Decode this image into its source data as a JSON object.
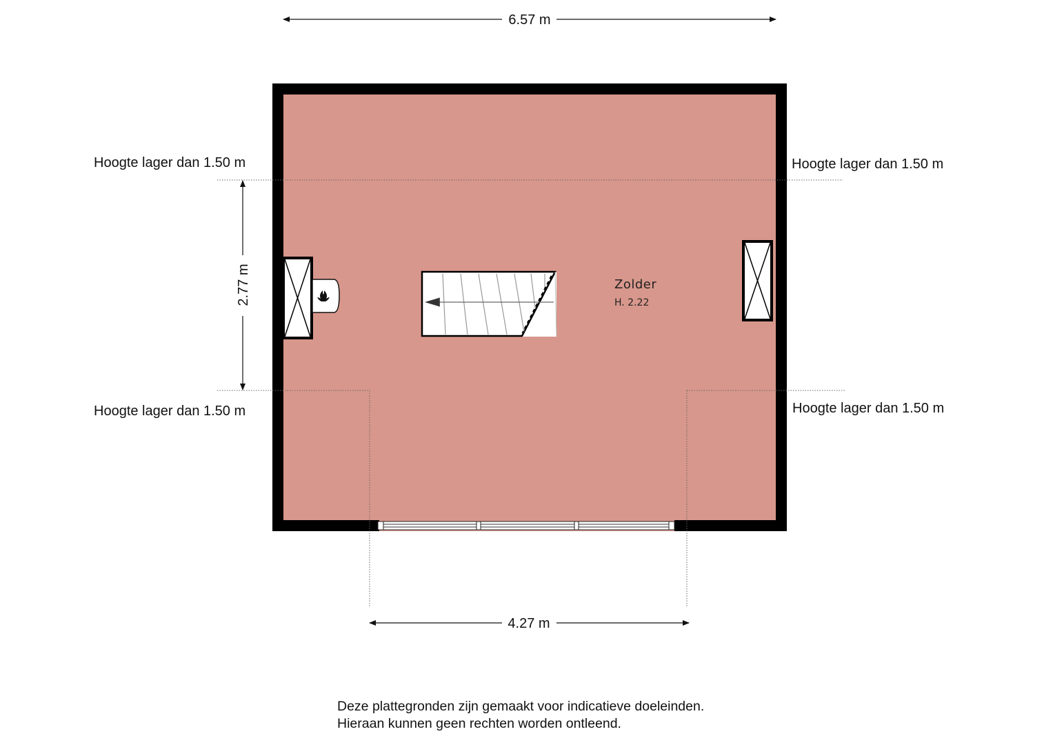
{
  "dimensions": {
    "top_width": "6.57 m",
    "left_height": "2.77 m",
    "bottom_width": "4.27 m"
  },
  "height_notes": {
    "top_left": "Hoogte lager dan 1.50 m",
    "top_right": "Hoogte lager dan 1.50 m",
    "bottom_left": "Hoogte lager dan 1.50 m",
    "bottom_right": "Hoogte lager dan 1.50 m"
  },
  "room": {
    "name": "Zolder",
    "height": "H. 2.22"
  },
  "disclaimer": {
    "line1": "Deze plattegronden zijn gemaakt voor indicatieve doeleinden.",
    "line2": "Hieraan kunnen geen rechten worden ontleend."
  },
  "colors": {
    "floor": "#d8978c",
    "wall": "#000000",
    "stair": "#ffffff"
  },
  "icons": [
    "fireplace-icon",
    "chimney-icon",
    "dormer-window-icon",
    "staircase-icon",
    "window-icon"
  ]
}
